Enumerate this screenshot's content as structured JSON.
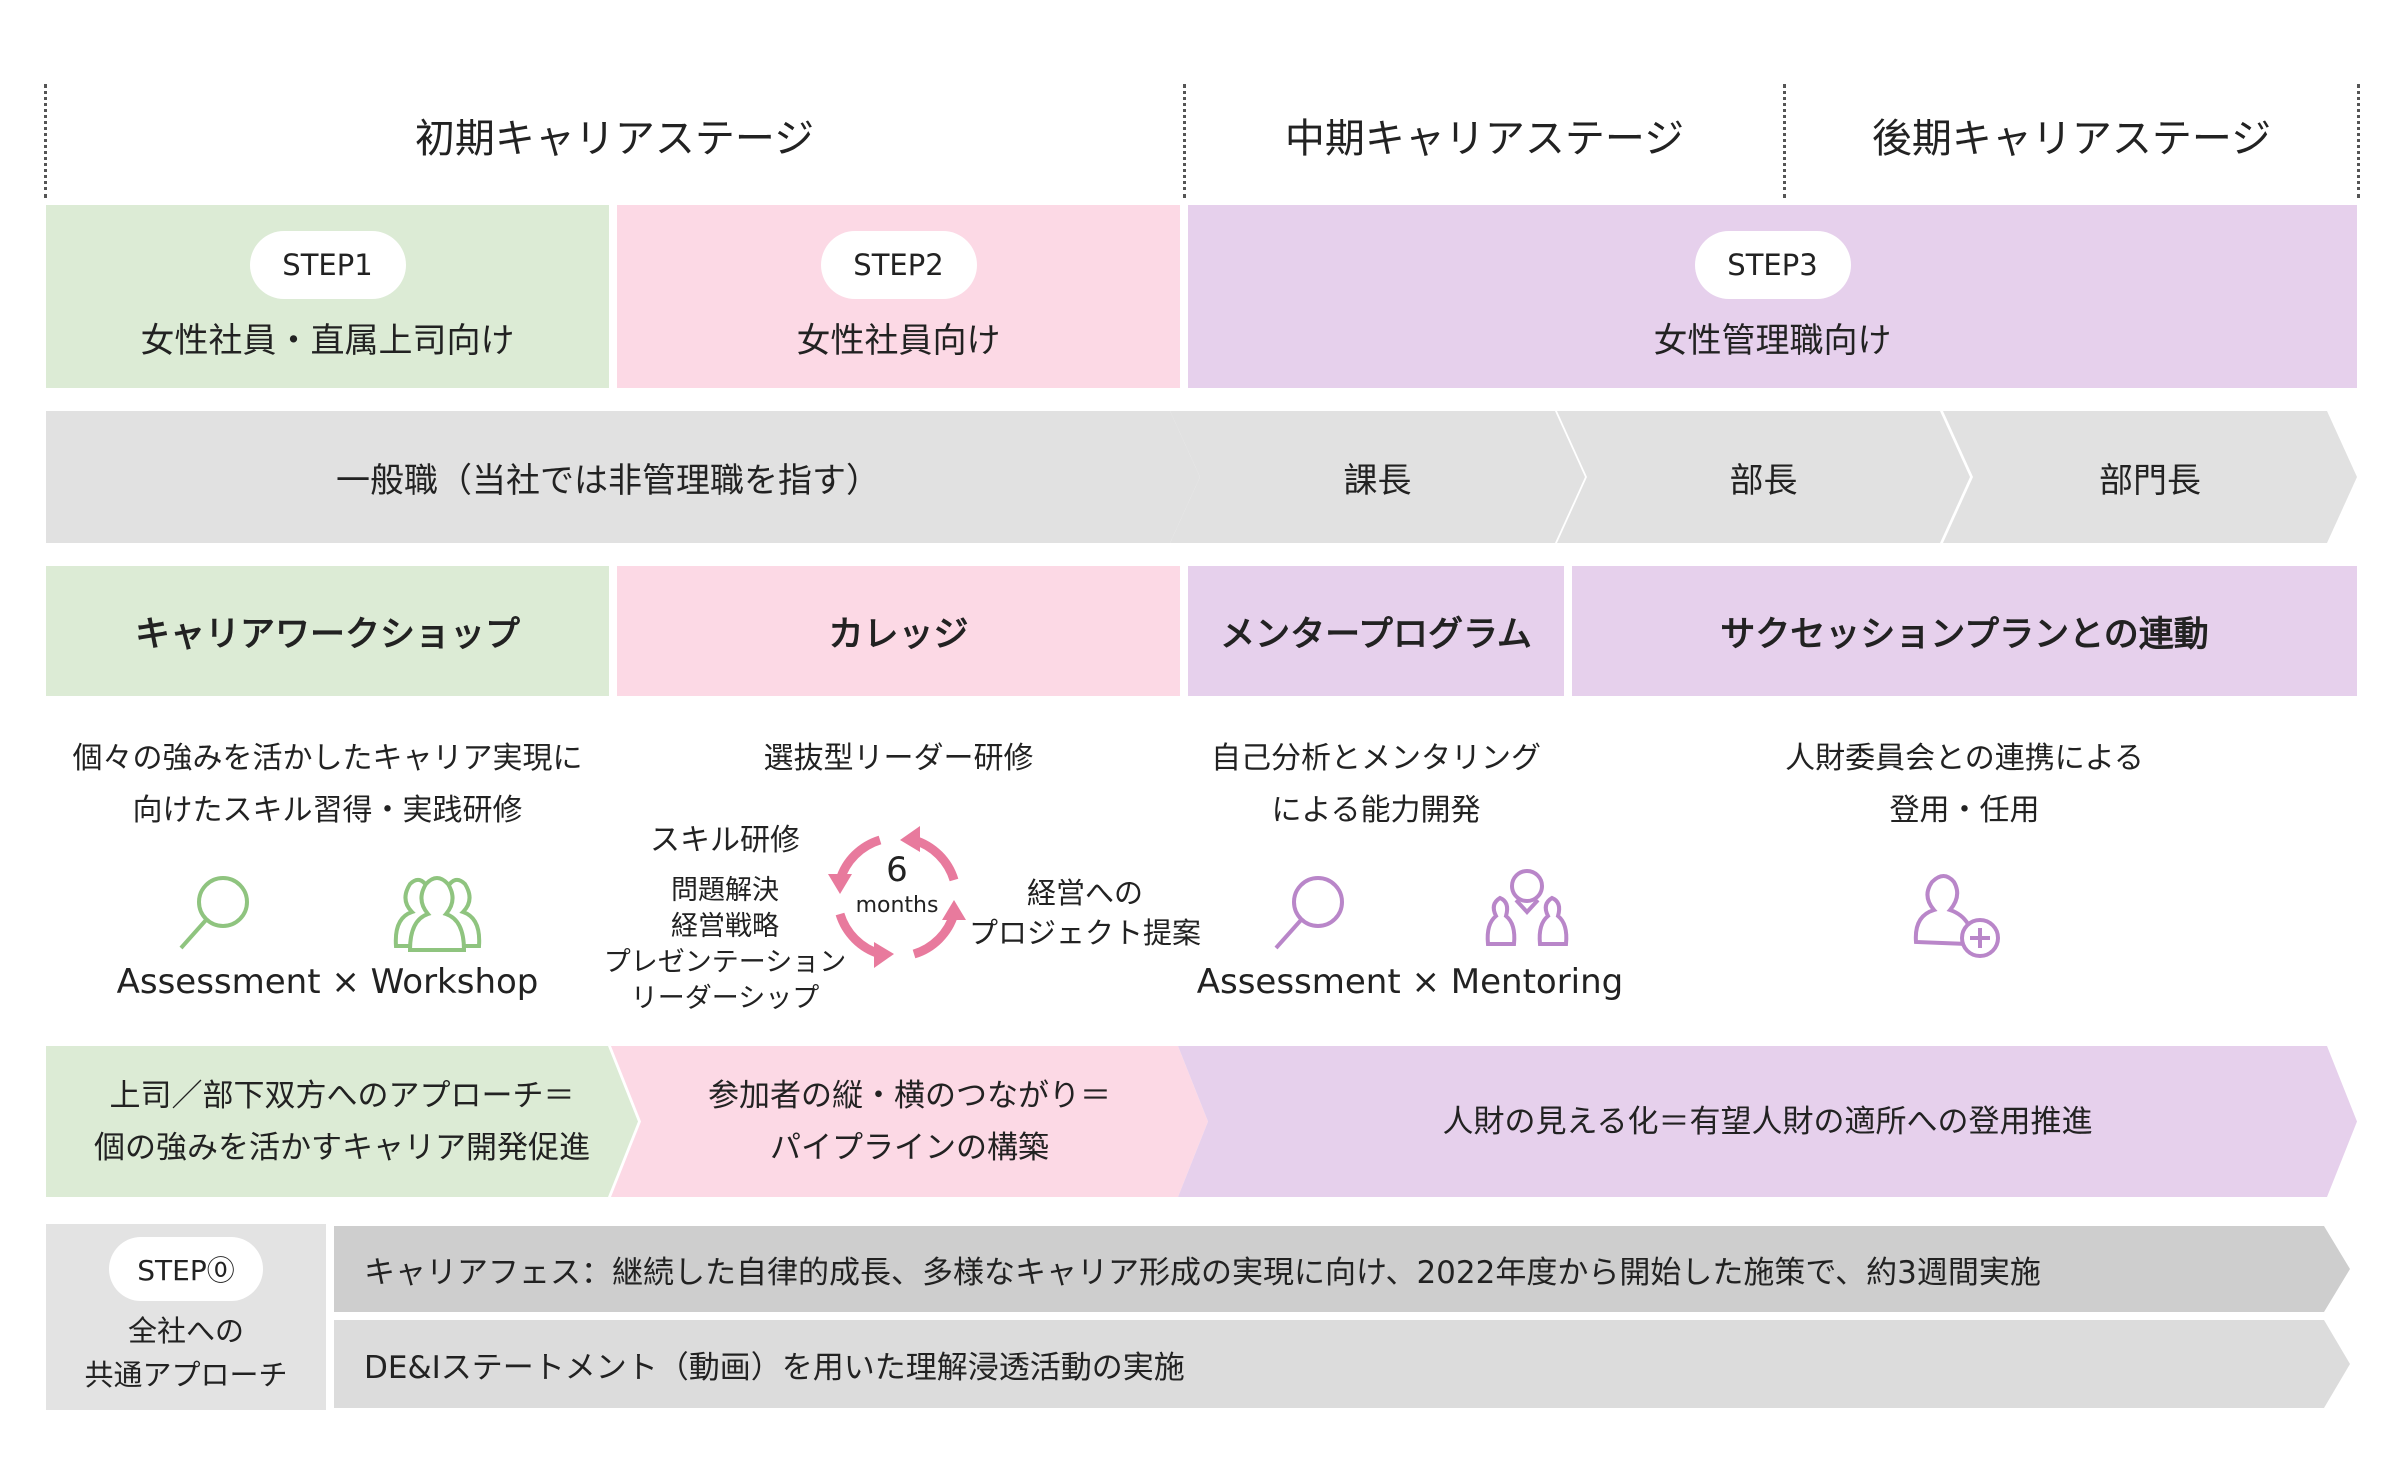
{
  "stages": [
    "初期キャリアステージ",
    "中期キャリアステージ",
    "後期キャリアステージ"
  ],
  "steps": [
    {
      "badge": "STEP1",
      "label": "女性社員・直属上司向け"
    },
    {
      "badge": "STEP2",
      "label": "女性社員向け"
    },
    {
      "badge": "STEP3",
      "label": "女性管理職向け"
    }
  ],
  "positions": [
    "一般職（当社では非管理職を指す）",
    "課長",
    "部長",
    "部門長"
  ],
  "programs": [
    "キャリアワークショップ",
    "カレッジ",
    "メンタープログラム",
    "サクセッションプランとの連動"
  ],
  "details": {
    "workshop": {
      "desc": [
        "個々の強みを活かしたキャリア実現に",
        "向けたスキル習得・実践研修"
      ],
      "icons_label": "Assessment × Workshop"
    },
    "college": {
      "desc": "選抜型リーダー研修",
      "skill_title": "スキル研修",
      "skills": [
        "問題解決",
        "経営戦略",
        "プレゼンテーション",
        "リーダーシップ"
      ],
      "cycle_number": "6",
      "cycle_unit": "months",
      "proposal": [
        "経営への",
        "プロジェクト提案"
      ]
    },
    "mentor": {
      "desc": [
        "自己分析とメンタリング",
        "による能力開発"
      ],
      "icons_label": "Assessment × Mentoring"
    },
    "succession": {
      "desc": [
        "人財委員会との連携による",
        "登用・任用"
      ]
    }
  },
  "results": [
    [
      "上司／部下双方へのアプローチ＝",
      "個の強みを活かすキャリア開発促進"
    ],
    [
      "参加者の縦・横のつながり＝",
      "パイプラインの構築"
    ],
    [
      "人財の見える化＝有望人財の適所への登用推進"
    ]
  ],
  "step0": {
    "badge": "STEP⓪",
    "label": [
      "全社への",
      "共通アプローチ"
    ],
    "items": [
      "キャリアフェス：継続した自律的成長、多様なキャリア形成の実現に向け、2022年度から開始した施策で、約3週間実施",
      "DE&Iステートメント（動画）を用いた理解浸透活動の実施"
    ]
  },
  "colors": {
    "green": "#8fc47f",
    "pink": "#e87a9d",
    "purple": "#b986c9"
  }
}
